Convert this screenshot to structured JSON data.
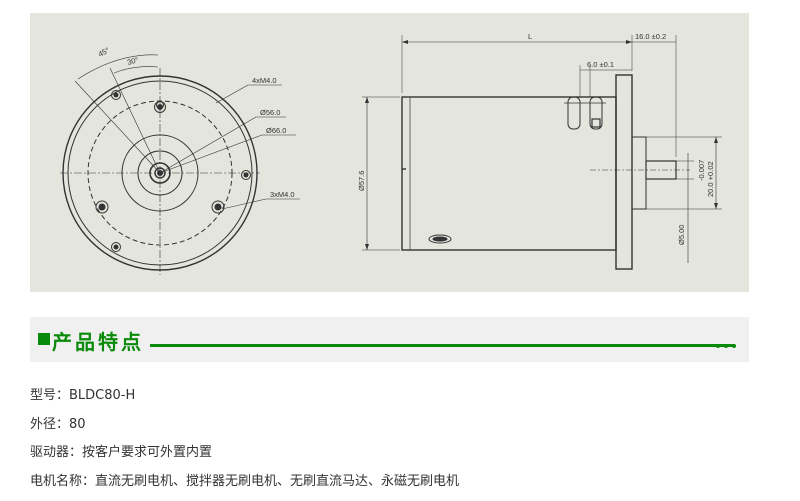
{
  "drawing": {
    "front_view": {
      "angle_45": "45°",
      "angle_30": "30°",
      "holes_4": "4xM4.0",
      "dia_56": "Ø56.0",
      "dia_66": "Ø66.0",
      "holes_3": "3xM4.0"
    },
    "side_view": {
      "length": "L",
      "flange": "16.0 ±0.2",
      "slot": "6.0 ±0.1",
      "body_dia": "Ø57.6",
      "shaft_dia": "Ø5.00",
      "shaft_tol": "-0.007",
      "pilot": "20.0 +0.02"
    }
  },
  "section": {
    "title": "产品特点"
  },
  "specs": [
    {
      "label": "型号：",
      "value": "BLDC80-H"
    },
    {
      "label": "外径：",
      "value": "80"
    },
    {
      "label": "驱动器：",
      "value": "按客户要求可外置内置"
    },
    {
      "label": "电机名称：",
      "value": "直流无刷电机、搅拌器无刷电机、无刷直流马达、永磁无刷电机"
    }
  ],
  "colors": {
    "accent": "#0a8a0a",
    "panel": "#e4e5dc"
  }
}
